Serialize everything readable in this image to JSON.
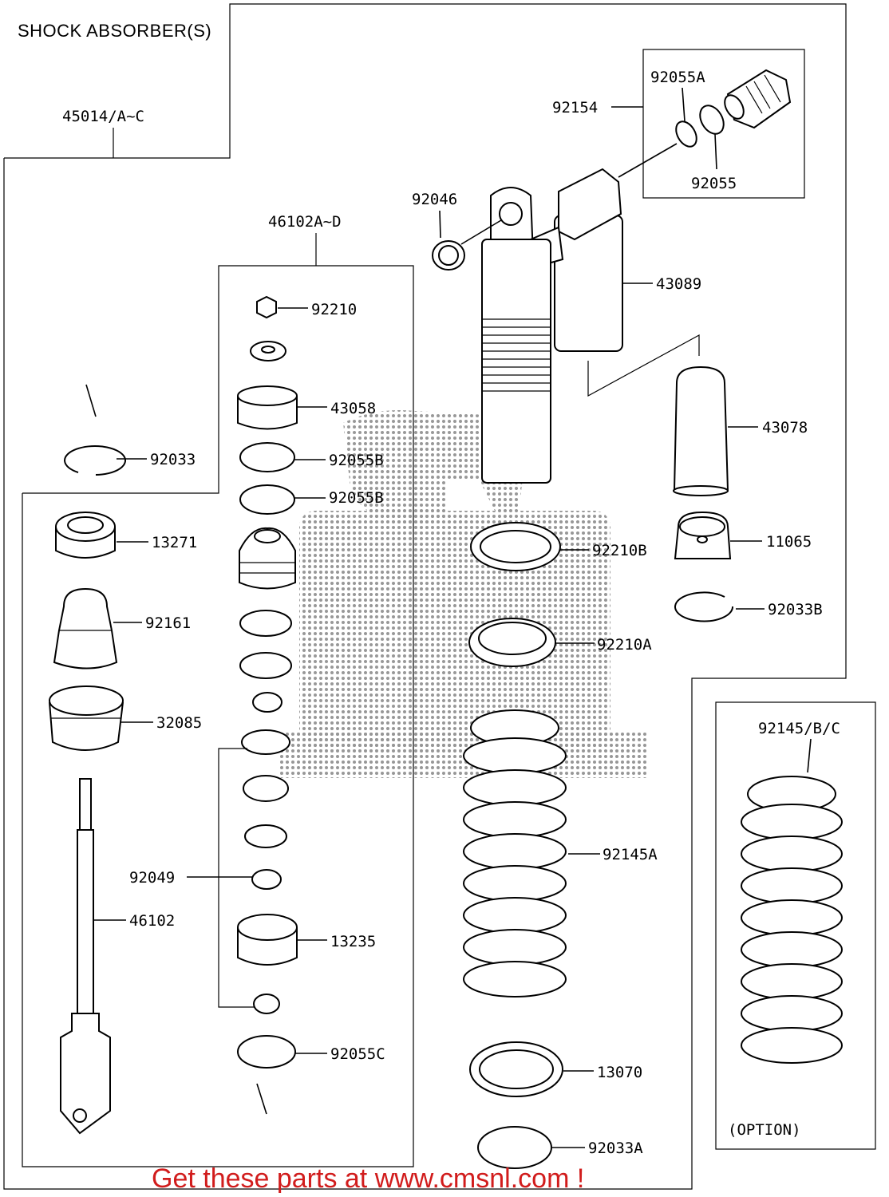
{
  "diagram": {
    "title": "SHOCK ABSORBER(S)",
    "footer": "Get these parts at www.cmsnl.com !",
    "option_note": "(OPTION)",
    "watermark_color": "#9a9a9a",
    "footer_color": "#d11c1c",
    "labels": {
      "assy": "45014/A~C",
      "kit": "46102A~D",
      "p92154": "92154",
      "p92055A": "92055A",
      "p92055": "92055",
      "p92046": "92046",
      "p43089": "43089",
      "p43078": "43078",
      "p92210": "92210",
      "p43058": "43058",
      "p92055B_1": "92055B",
      "p92055B_2": "92055B",
      "p92033": "92033",
      "p13271": "13271",
      "p92161": "92161",
      "p32085": "32085",
      "p92049": "92049",
      "p46102": "46102",
      "p13235": "13235",
      "p92055C": "92055C",
      "p92210B": "92210B",
      "p92210A": "92210A",
      "p11065": "11065",
      "p92033B": "92033B",
      "p92145A": "92145A",
      "p13070": "13070",
      "p92033A": "92033A",
      "p92145BC": "92145/B/C"
    }
  }
}
